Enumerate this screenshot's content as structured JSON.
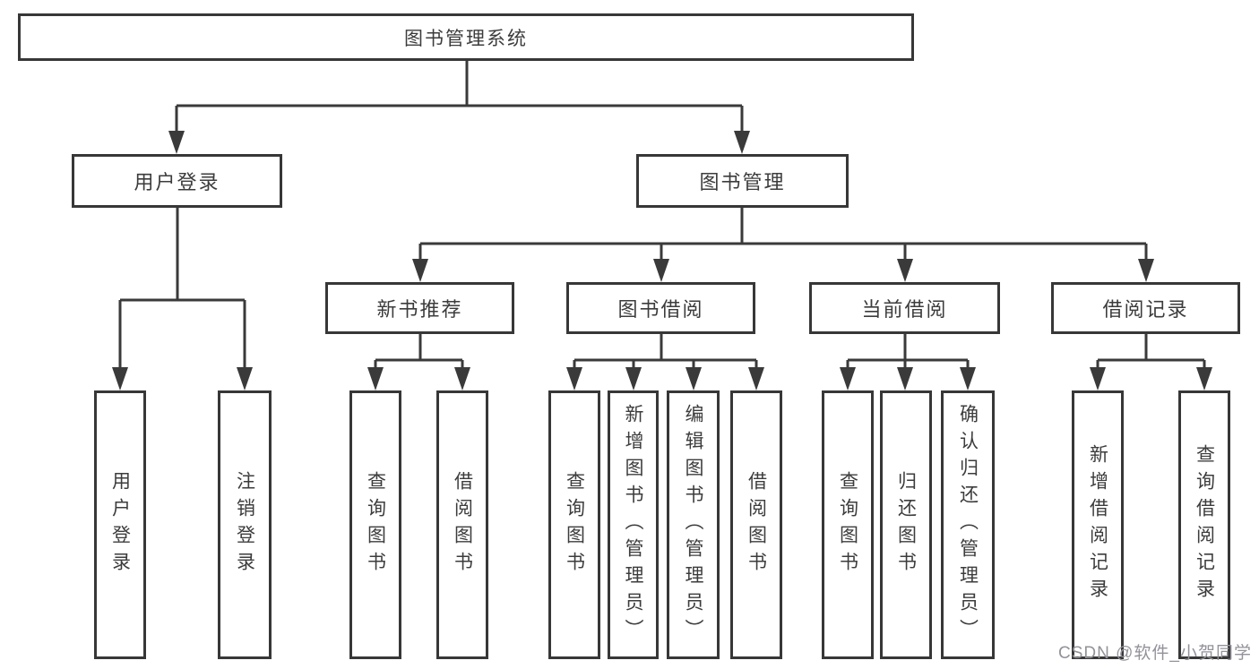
{
  "tree": {
    "root": {
      "label": "图书管理系统",
      "children": [
        {
          "label": "用户登录",
          "children": [
            {
              "label": "用户登录"
            },
            {
              "label": "注销登录"
            }
          ]
        },
        {
          "label": "图书管理",
          "children": [
            {
              "label": "新书推荐",
              "children": [
                {
                  "label": "查询图书"
                },
                {
                  "label": "借阅图书"
                }
              ]
            },
            {
              "label": "图书借阅",
              "children": [
                {
                  "label": "查询图书"
                },
                {
                  "label": "新增图书（管理员）"
                },
                {
                  "label": "编辑图书（管理员）"
                },
                {
                  "label": "借阅图书"
                }
              ]
            },
            {
              "label": "当前借阅",
              "children": [
                {
                  "label": "查询图书"
                },
                {
                  "label": "归还图书"
                },
                {
                  "label": "确认归还（管理员）"
                }
              ]
            },
            {
              "label": "借阅记录",
              "children": [
                {
                  "label": "新增借阅记录"
                },
                {
                  "label": "查询借阅记录"
                }
              ]
            }
          ]
        }
      ]
    }
  },
  "watermark": {
    "text": "CSDN @软件_小贺同学"
  },
  "colors": {
    "line": "#3a3a3a",
    "border": "#373737",
    "text": "#3c3c3c",
    "watermark": "#92929a"
  }
}
